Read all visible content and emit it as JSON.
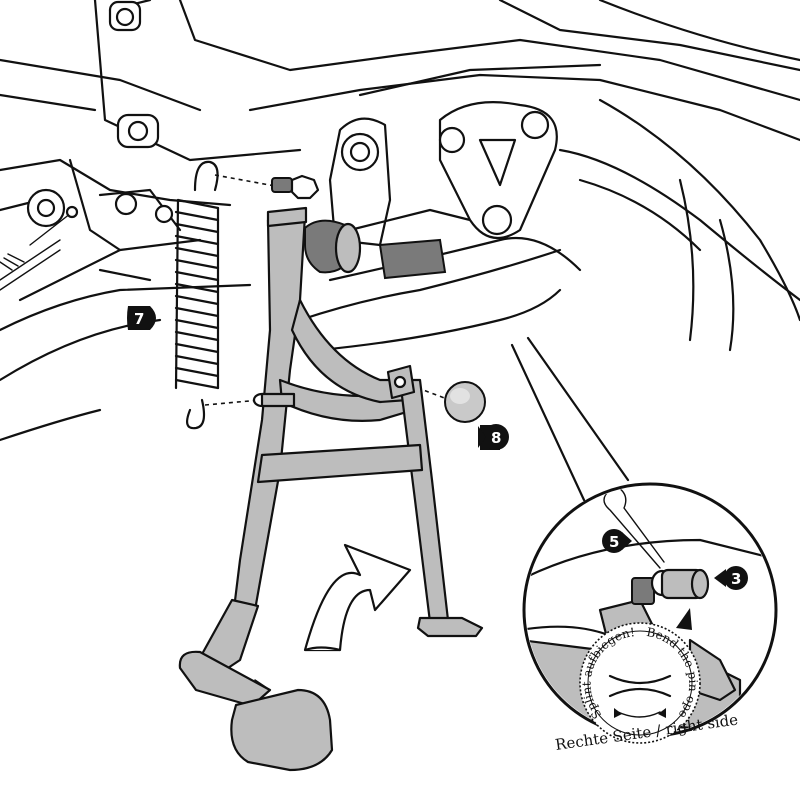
{
  "callouts": {
    "spring": "7",
    "cap": "8",
    "split_pin": "5",
    "bolt": "3"
  },
  "seal": {
    "german": "Splint aufbiegen!",
    "english": "Bend the pin open!"
  },
  "caption": "Rechte Seite / right side"
}
